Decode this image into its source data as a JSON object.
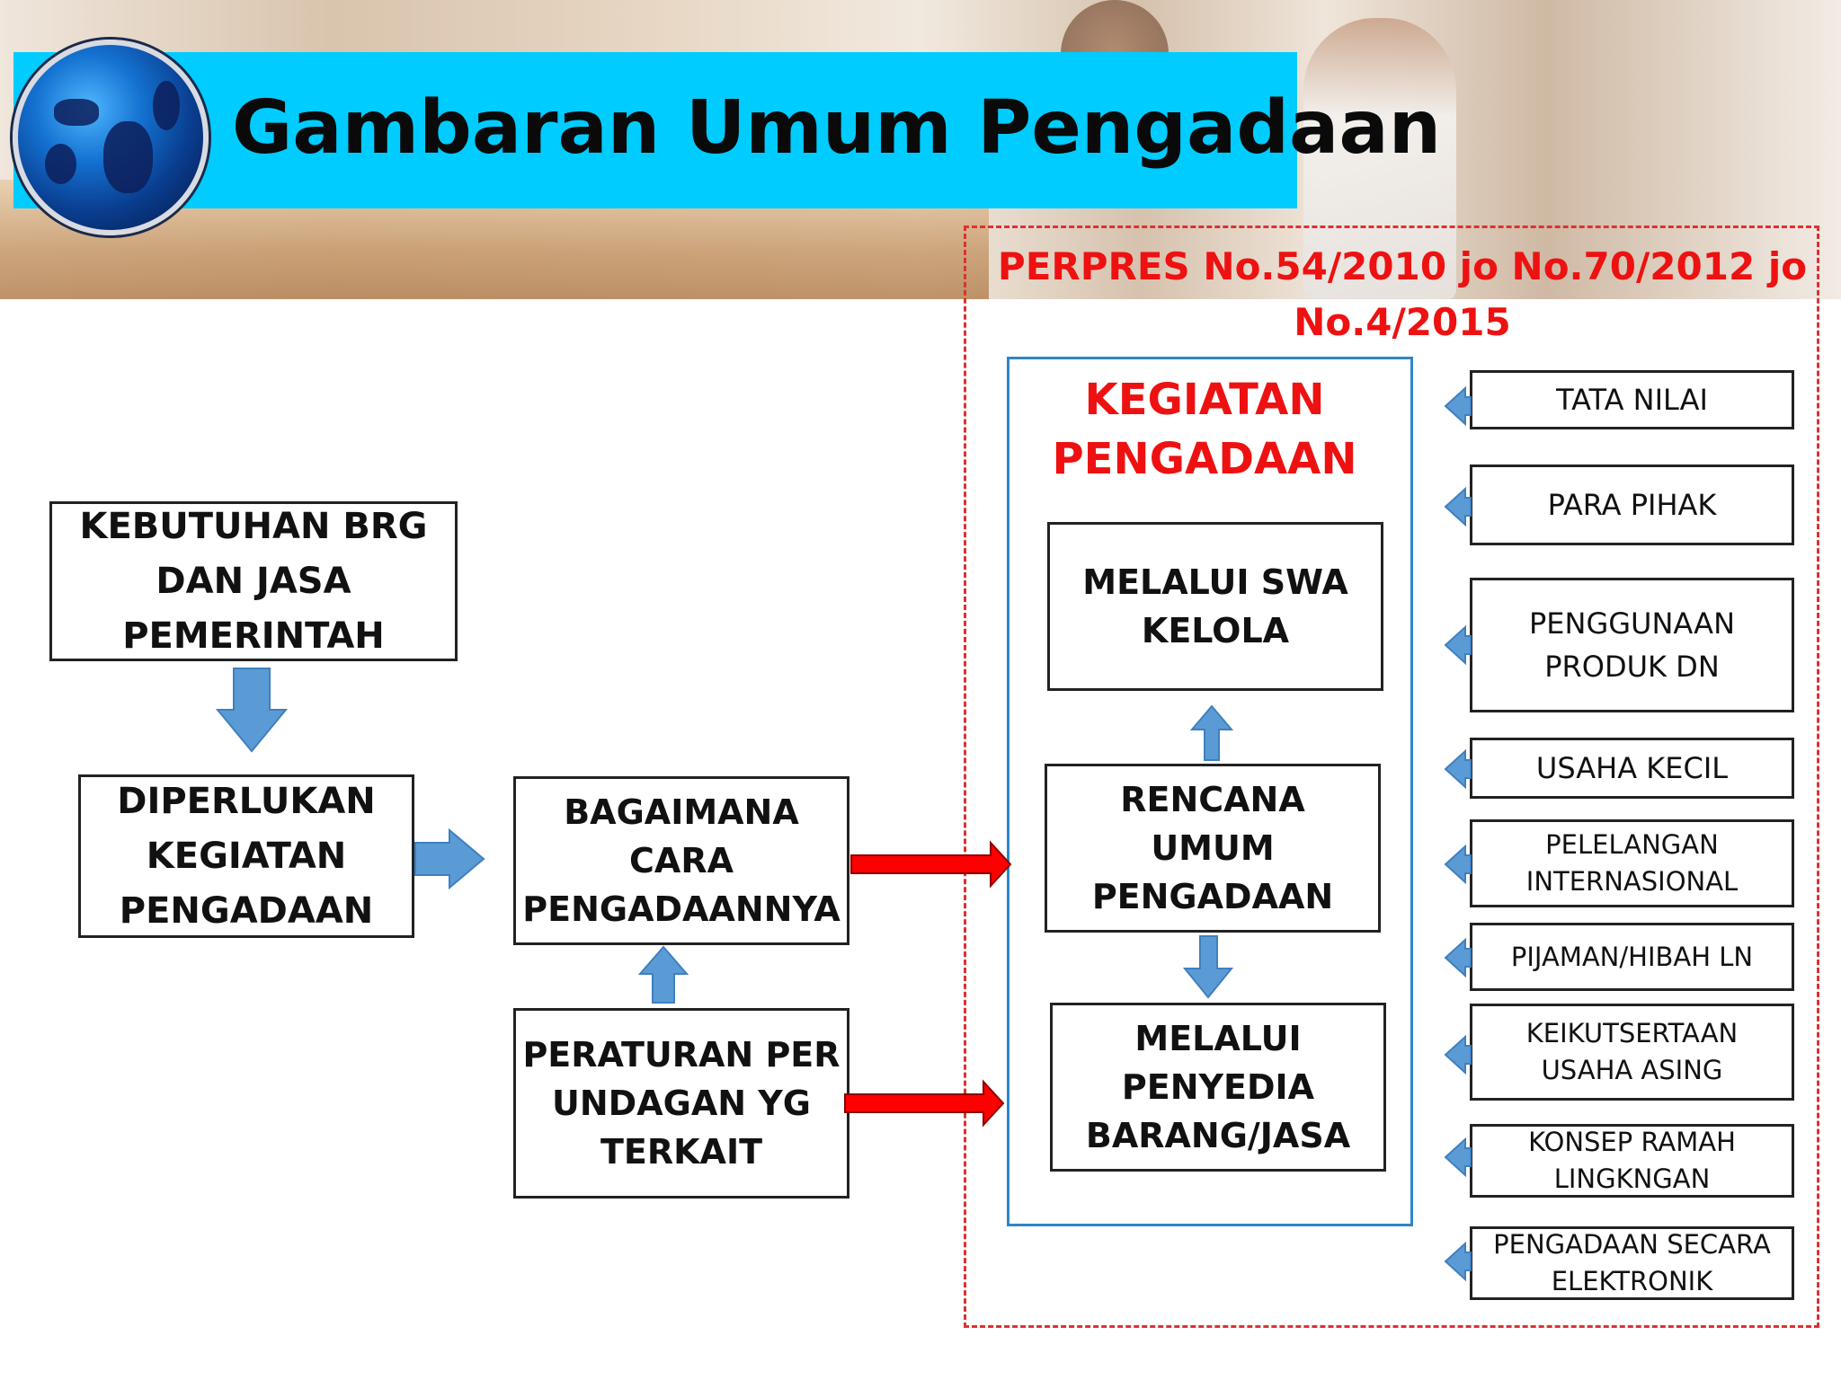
{
  "title": "Gambaran Umum Pengadaan",
  "regulation": {
    "line1": "PERPRES No.54/2010 jo No.70/2012 jo",
    "line2": "No.4/2015"
  },
  "kegiatan_heading": {
    "line1": "KEGIATAN",
    "line2": "PENGADAAN"
  },
  "left_flow": {
    "kebutuhan": [
      "KEBUTUHAN BRG",
      "DAN JASA",
      "PEMERINTAH"
    ],
    "diperlukan": [
      "DIPERLUKAN",
      "KEGIATAN",
      "PENGADAAN"
    ],
    "bagaimana": [
      "BAGAIMANA",
      "CARA",
      "PENGADAANNYA"
    ],
    "peraturan": [
      "PERATURAN PER",
      "UNDAGAN YG",
      "TERKAIT"
    ]
  },
  "kegiatan_boxes": {
    "swakelola": [
      "MELALUI SWA",
      "KELOLA"
    ],
    "rencana": [
      "RENCANA",
      "UMUM",
      "PENGADAAN"
    ],
    "penyedia": [
      "MELALUI",
      "PENYEDIA",
      "BARANG/JASA"
    ]
  },
  "side_items": [
    [
      "TATA NILAI"
    ],
    [
      "PARA PIHAK"
    ],
    [
      "PENGGUNAAN",
      "PRODUK DN"
    ],
    [
      "USAHA KECIL"
    ],
    [
      "PELELANGAN",
      "INTERNASIONAL"
    ],
    [
      "PIJAMAN/HIBAH LN"
    ],
    [
      "KEIKUTSERTAAN",
      "USAHA ASING"
    ],
    [
      "KONSEP RAMAH",
      "LINGKNGAN"
    ],
    [
      "PENGADAAN SECARA",
      "ELEKTRONIK"
    ]
  ],
  "colors": {
    "title_bar": "#00ccff",
    "regulation_text": "#ee1111",
    "arrow_blue": "#5b9bd5",
    "arrow_red": "#ff0000",
    "frame_blue": "#2e86c8"
  }
}
